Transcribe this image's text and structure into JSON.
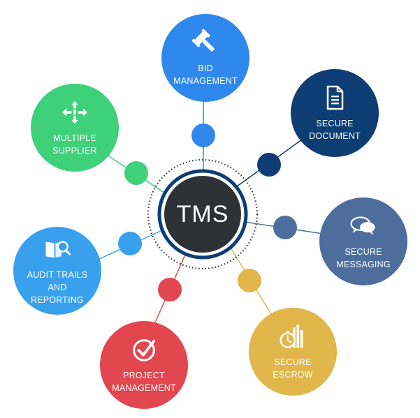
{
  "hub": {
    "label": "TMS"
  },
  "colors": {
    "bid": "#2F89EC",
    "document": "#0D3D73",
    "messaging": "#4D6E9D",
    "escrow": "#E1B64A",
    "project": "#E2464E",
    "audit": "#39A0EE",
    "supplier": "#3FD07A",
    "hub_fill": "#2E3237",
    "hub_ring": "#0D3D73"
  },
  "nodes": [
    {
      "id": "bid",
      "lines": [
        "BID",
        "MANAGEMENT"
      ],
      "icon": "gavel-icon"
    },
    {
      "id": "document",
      "lines": [
        "SECURE",
        "DOCUMENT"
      ],
      "icon": "document-icon"
    },
    {
      "id": "messaging",
      "lines": [
        "SECURE",
        "MESSAGING"
      ],
      "icon": "chat-bubbles-icon"
    },
    {
      "id": "escrow",
      "lines": [
        "SECURE",
        "ESCROW"
      ],
      "icon": "stopwatch-chart-icon"
    },
    {
      "id": "project",
      "lines": [
        "PROJECT",
        "MANAGEMENT"
      ],
      "icon": "check-badge-icon"
    },
    {
      "id": "audit",
      "lines": [
        "AUDIT TRAILS",
        "AND",
        "REPORTING"
      ],
      "icon": "book-magnifier-icon"
    },
    {
      "id": "supplier",
      "lines": [
        "MULTIPLE",
        "SUPPLIER"
      ],
      "icon": "arrows-converge-icon"
    }
  ]
}
